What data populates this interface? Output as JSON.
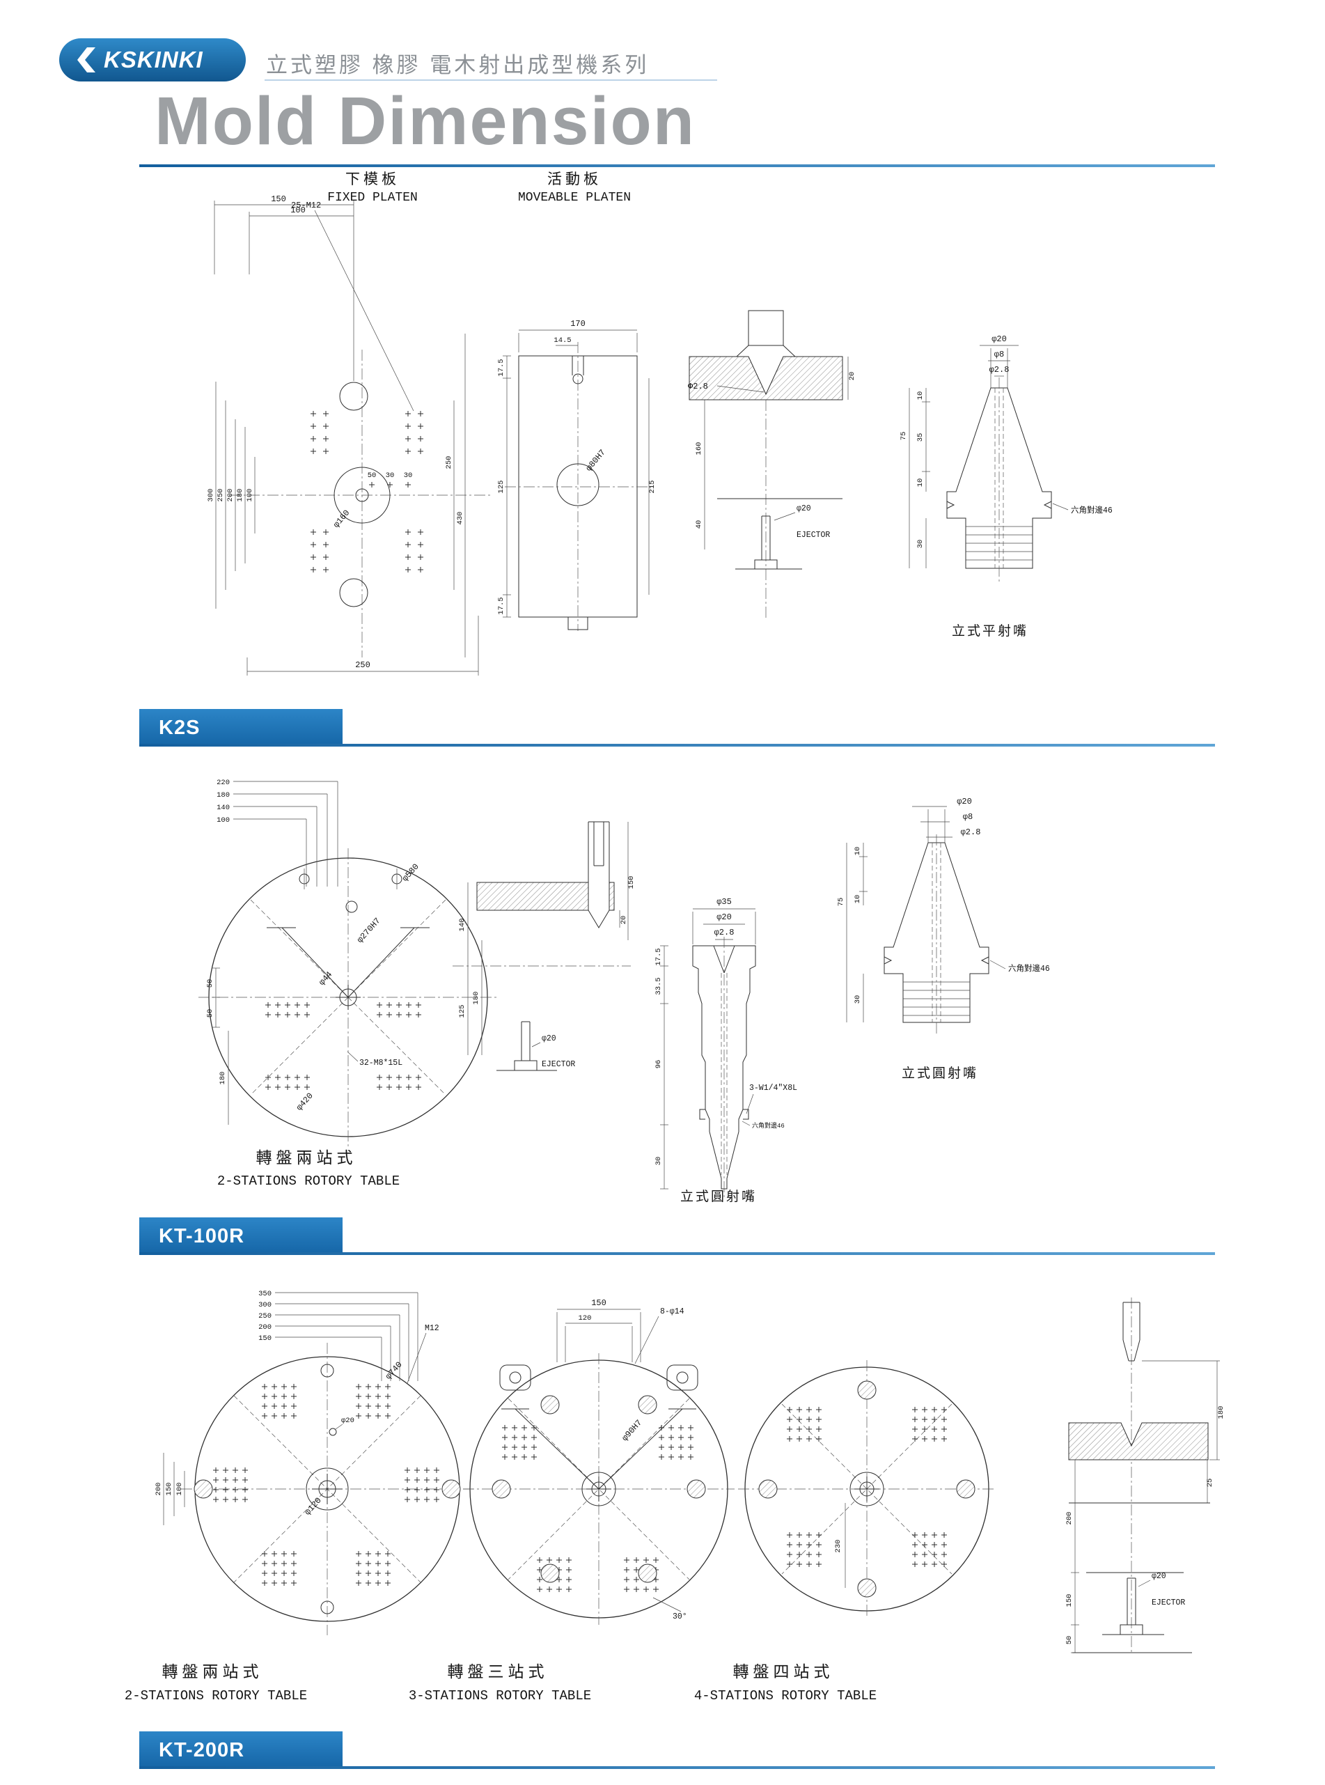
{
  "header": {
    "logo": "KSKINKI",
    "subtitle": "立式塑膠 橡膠 電木射出成型機系列"
  },
  "title": "Mold Dimension",
  "badges": {
    "s1": "K2S",
    "s2": "KT-100R",
    "s3": "KT-200R"
  },
  "colors": {
    "brand_blue": "#1a6fb4",
    "title_gray": "#9da0a3"
  },
  "s1": {
    "fixed_zh": "下模板",
    "fixed_en": "FIXED PLATEN",
    "move_zh": "活動板",
    "move_en": "MOVEABLE PLATEN",
    "fp": {
      "d150": "150",
      "d100": "100",
      "bolt": "25-M12",
      "v300": "300",
      "v250": "250",
      "v200": "200",
      "v180": "180",
      "v100": "100",
      "dia160": "φ160",
      "d50": "50",
      "d30a": "30",
      "d30b": "30",
      "r250": "250",
      "r430": "430",
      "b250": "250"
    },
    "mp": {
      "t170": "170",
      "t145": "14.5",
      "l175a": "17.5",
      "l125": "125",
      "l175b": "17.5",
      "r215": "215",
      "dia80": "φ80H7"
    },
    "sec": {
      "dia28": "Φ2.8",
      "r20": "20",
      "l160": "160",
      "l40": "40",
      "dia20": "φ20",
      "ej": "EJECTOR"
    },
    "nz": {
      "d20": "φ20",
      "d8": "φ8",
      "d28": "φ2.8",
      "i10a": "10",
      "i35": "35",
      "i10b": "10",
      "o75": "75",
      "s30": "30",
      "hex": "六角對邊46",
      "cap": "立式平射嘴"
    }
  },
  "s2": {
    "tb": {
      "t220": "220",
      "t180": "180",
      "t140": "140",
      "t100": "100",
      "l50a": "50",
      "l50b": "50",
      "dia580": "φ580",
      "dia270": "φ270H7",
      "dia44": "φ44",
      "dia420": "φ420",
      "bolt": "32-M8*15L",
      "r180": "180",
      "b180": "180",
      "cap_zh": "轉盤兩站式",
      "cap_en": "2-STATIONS ROTORY TABLE"
    },
    "sec": {
      "r150": "150",
      "r20": "20",
      "l140": "140",
      "l125": "125",
      "dia20": "φ20",
      "ej": "EJECTOR"
    },
    "rn": {
      "d35": "φ35",
      "d20": "φ20",
      "d28": "φ2.8",
      "l175": "17.5",
      "l335": "33.5",
      "l96": "96",
      "l30": "30",
      "thr": "3-W1/4\"X8L",
      "hex": "六角對邊46",
      "cap": "立式圓射嘴"
    },
    "nz": {
      "d20": "φ20",
      "d8": "φ8",
      "d28": "φ2.8",
      "i10a": "10",
      "o75": "75",
      "i10b": "10",
      "s30": "30",
      "hex": "六角對邊46",
      "cap": "立式圓射嘴"
    }
  },
  "s3": {
    "t2": {
      "d350": "350",
      "d300": "300",
      "d250": "250",
      "d200": "200",
      "d150": "150",
      "bolt": "M12",
      "dia740": "φ740",
      "dia20": "φ20",
      "l200": "200",
      "l150": "150",
      "l100": "100",
      "dia120": "φ120",
      "cap_zh": "轉盤兩站式",
      "cap_en": "2-STATIONS ROTORY TABLE"
    },
    "t3": {
      "d150": "150",
      "d120": "120",
      "bolt": "8-φ14",
      "dia90": "φ90H7",
      "ang": "30°",
      "cap_zh": "轉盤三站式",
      "cap_en": "3-STATIONS ROTORY TABLE"
    },
    "t4": {
      "d230": "230",
      "cap_zh": "轉盤四站式",
      "cap_en": "4-STATIONS ROTORY TABLE"
    },
    "sec": {
      "r180": "180",
      "r25": "25",
      "l200": "200",
      "l150": "150",
      "l50": "50",
      "dia20": "φ20",
      "ej": "EJECTOR"
    }
  }
}
